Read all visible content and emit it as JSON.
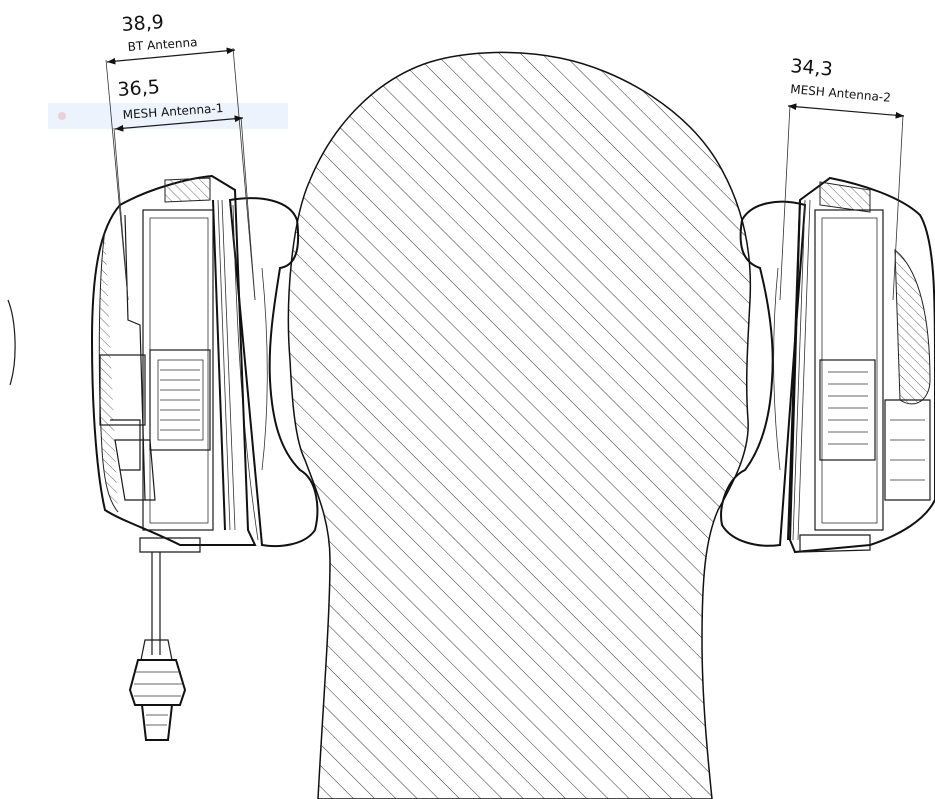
{
  "dimensions": {
    "bt_antenna": {
      "value": "38,9",
      "label": "BT Antenna"
    },
    "mesh_antenna_1": {
      "value": "36,5",
      "label": "MESH Antenna-1"
    },
    "mesh_antenna_2": {
      "value": "34,3",
      "label": "MESH Antenna-2"
    }
  },
  "colors": {
    "line": "#1a1a1a",
    "background": "#ffffff"
  }
}
